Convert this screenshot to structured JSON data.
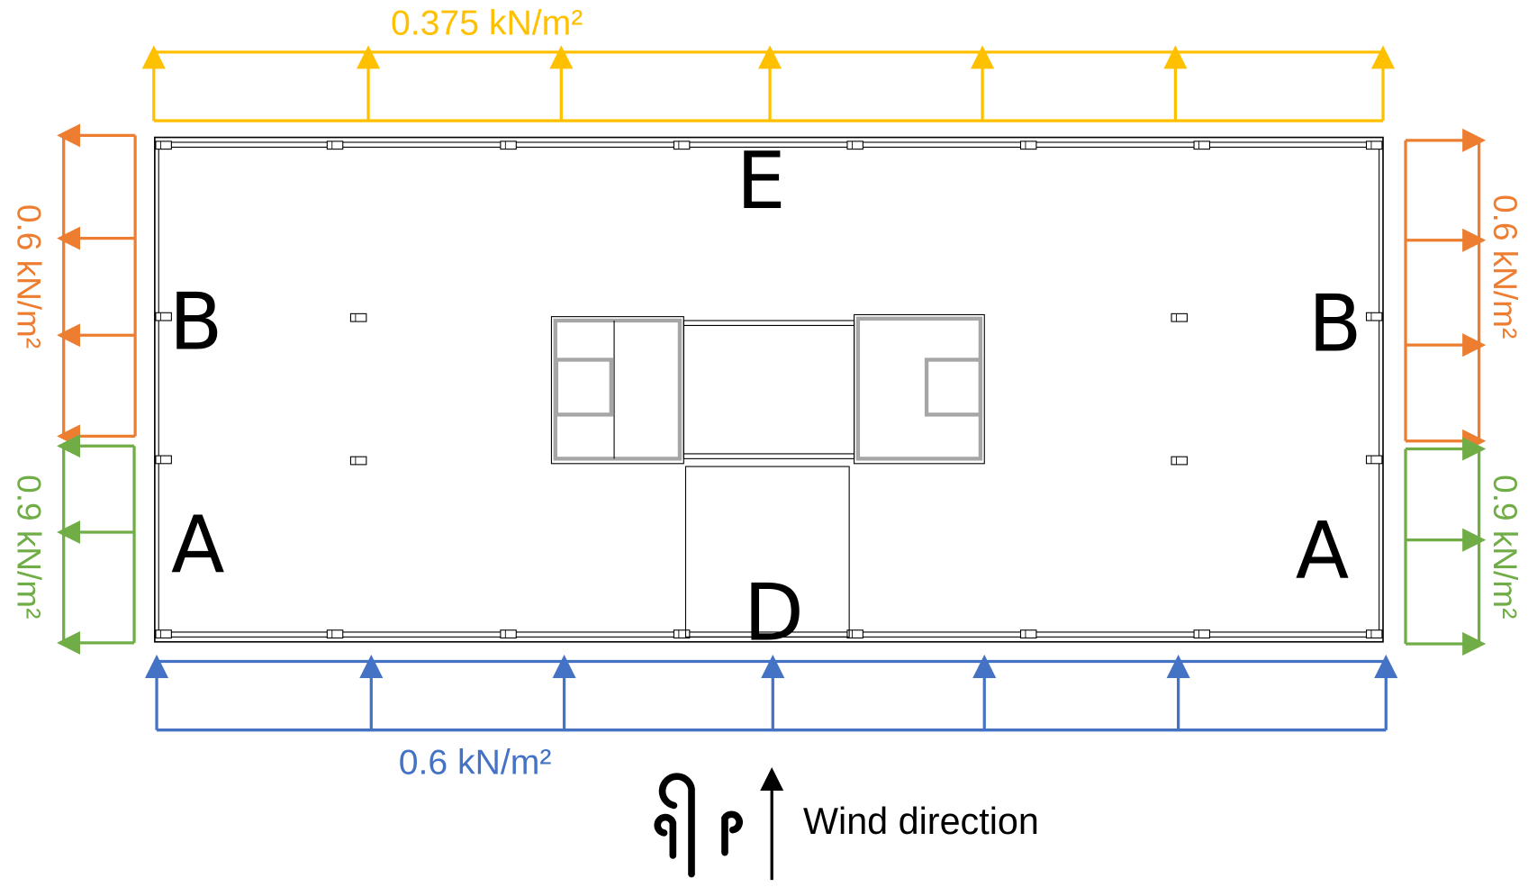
{
  "colors": {
    "leeward": "#FFC000",
    "side_b": "#ED7D31",
    "side_a": "#70AD47",
    "windward": "#4472C4",
    "structure": "#000000",
    "core_wall": "#A6A6A6"
  },
  "loads": {
    "top": "0.375 kN/m²",
    "left_b": "0.6 kN/m²",
    "left_a": "0.9 kN/m²",
    "right_b": "0.6 kN/m²",
    "right_a": "0.9 kN/m²",
    "bottom": "0.6 kN/m²"
  },
  "zones": {
    "E": "E",
    "D": "D",
    "B_left": "B",
    "B_right": "B",
    "A_left": "A",
    "A_right": "A"
  },
  "legend": {
    "icon": "wind-icon",
    "label": "Wind direction"
  }
}
